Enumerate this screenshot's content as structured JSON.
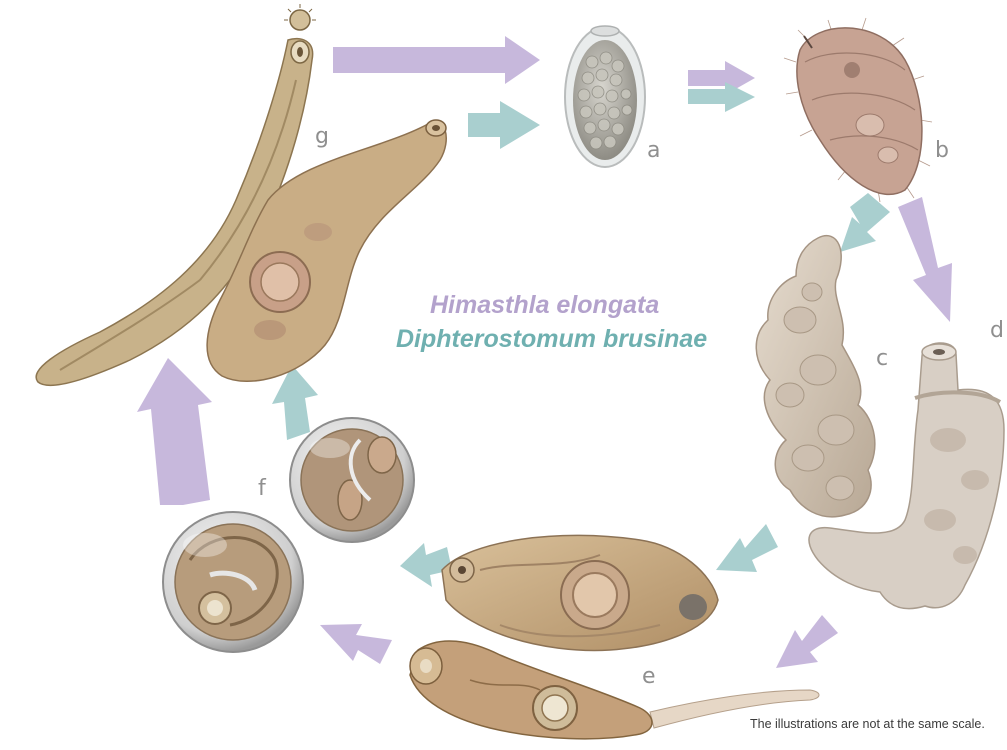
{
  "species": {
    "primary": {
      "name": "Himasthla elongata",
      "color": "#b3a2cc"
    },
    "secondary": {
      "name": "Diphterostomum brusinae",
      "color": "#6fb0b0"
    }
  },
  "stages": {
    "a": "a",
    "b": "b",
    "c": "c",
    "d": "d",
    "e": "e",
    "f": "f",
    "g": "g"
  },
  "scale_note": "The illustrations are not at the same scale.",
  "colors": {
    "arrow_primary": "#c7b8dc",
    "arrow_secondary": "#a9cfcf",
    "worm_tan": "#c9ad85",
    "worm_light": "#d8c2a0",
    "sac_beige": "#d9cbbb",
    "sporocyst_grey": "#d2cbc6",
    "cyst_glass": "#dadada",
    "egg_grey": "#a9a9a0",
    "miracidium": "#c2a08c",
    "label_grey": "#8f8f8f"
  }
}
